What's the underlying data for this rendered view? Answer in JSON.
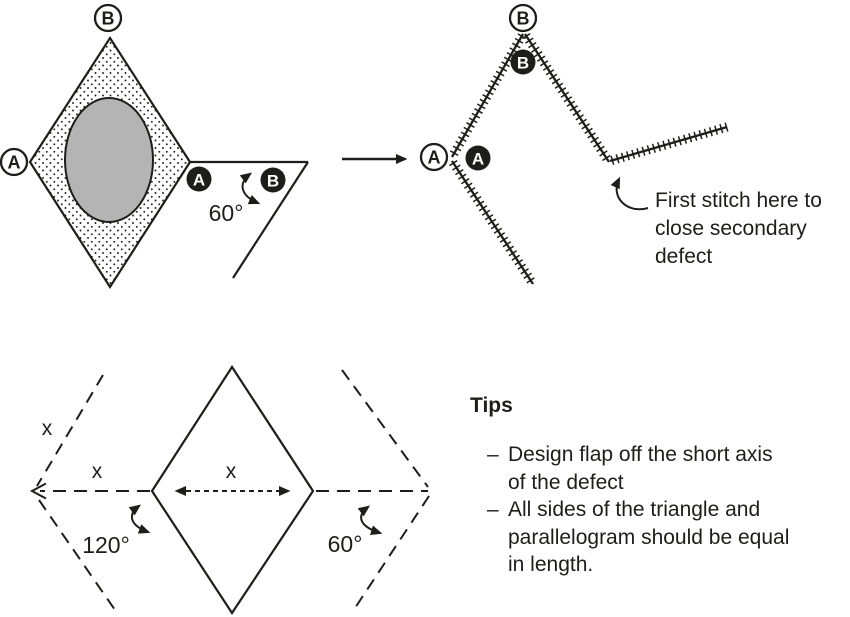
{
  "colors": {
    "ink": "#1d1d1b",
    "defect_gray": "#b4b4b4"
  },
  "figure_defect": {
    "corner_a": "A",
    "corner_b": "B",
    "flap_a": "A",
    "flap_b": "B",
    "flap_angle": "60°"
  },
  "figure_closure": {
    "corner_a": "A",
    "corner_b": "B",
    "flap_a": "A",
    "flap_b": "B",
    "annotation_lines": [
      "First stitch here to",
      "close secondary",
      "defect"
    ]
  },
  "figure_geometry": {
    "angle_left": "120°",
    "angle_right": "60°",
    "x_outer": "x",
    "x_left": "x",
    "x_center": "x"
  },
  "tips": {
    "heading": "Tips",
    "bullet": "–",
    "items": [
      {
        "lines": [
          "Design flap off the short axis",
          "of the defect"
        ]
      },
      {
        "lines": [
          "All sides of the triangle and",
          "parallelogram should be equal",
          "in length."
        ]
      }
    ]
  }
}
